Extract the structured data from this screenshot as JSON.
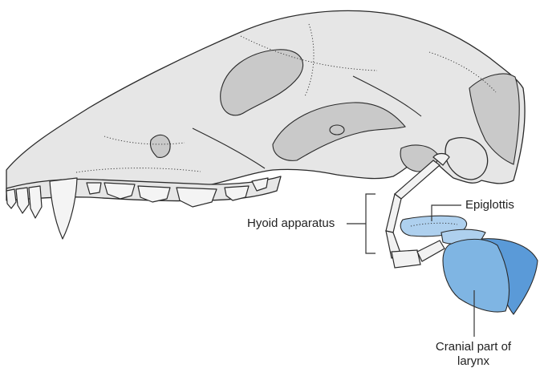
{
  "labels": {
    "hyoid": "Hyoid apparatus",
    "epiglottis": "Epiglottis",
    "larynx": "Cranial part of larynx"
  },
  "colors": {
    "bone": "#e6e6e6",
    "larynx_light": "#aed0ee",
    "larynx_dark": "#5a9ad8"
  }
}
